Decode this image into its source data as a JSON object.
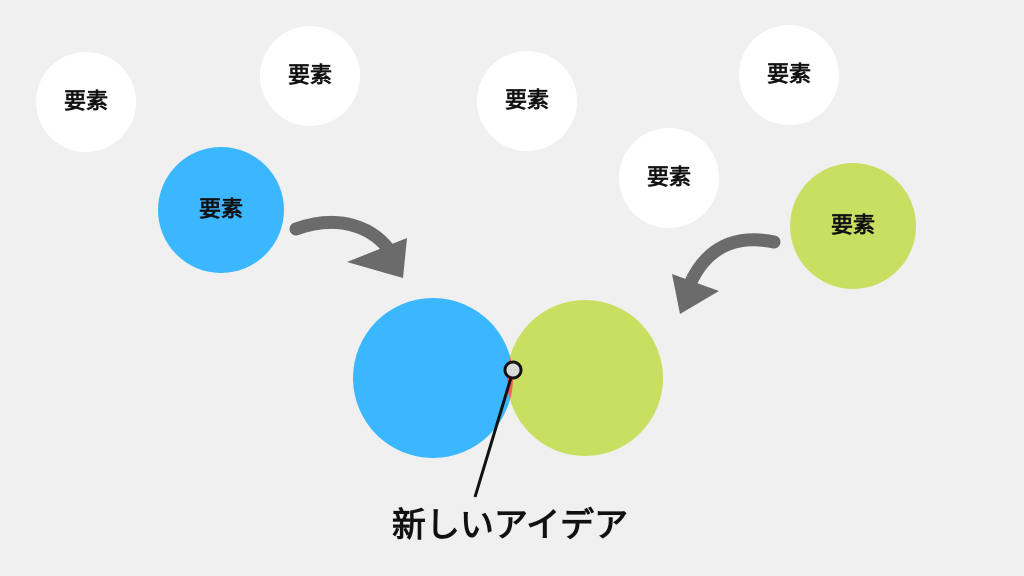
{
  "colors": {
    "background": "#f0f0f0",
    "element_white": "#ffffff",
    "element_blue": "#3ab7ff",
    "element_green": "#c8df62",
    "overlap_red": "#ff5757",
    "arrow_gray": "#6b6b6b",
    "text": "#111111"
  },
  "elements": [
    {
      "label": "要素",
      "color": "white"
    },
    {
      "label": "要素",
      "color": "white"
    },
    {
      "label": "要素",
      "color": "white"
    },
    {
      "label": "要素",
      "color": "white"
    },
    {
      "label": "要素",
      "color": "white"
    },
    {
      "label": "要素",
      "color": "blue"
    },
    {
      "label": "要素",
      "color": "green"
    }
  ],
  "result": {
    "label": "新しいアイデア"
  }
}
